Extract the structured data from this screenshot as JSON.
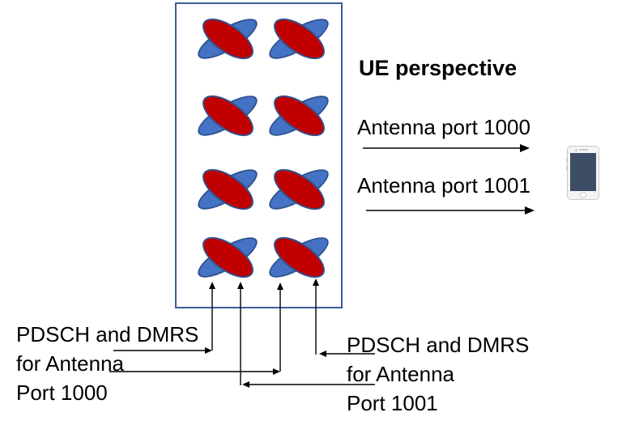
{
  "colors": {
    "red": "#C00000",
    "blue": "#4472C4",
    "ellipse_border": "#2F528F",
    "box_border": "#3E5C9A",
    "arrow": "#000000",
    "text": "#000000",
    "phone_body": "#F4F4F4",
    "phone_border": "#C9C9C9",
    "phone_screen": "#3D4D66"
  },
  "labels": {
    "ue_perspective": "UE perspective",
    "antenna_port_1000": "Antenna port 1000",
    "antenna_port_1001": "Antenna port 1001"
  },
  "notes": {
    "left": {
      "lines": [
        "PDSCH and DMRS",
        "for Antenna",
        "Port 1000"
      ]
    },
    "right": {
      "lines": [
        "PDSCH and DMRS",
        "for Antenna",
        "Port 1001"
      ]
    }
  },
  "array": {
    "rows": 4,
    "columns": 2,
    "elements": 8,
    "element_type": "cross-polarized antenna pair",
    "polarization_colors": [
      "blue",
      "red"
    ]
  },
  "icons": {
    "phone": "smartphone"
  }
}
